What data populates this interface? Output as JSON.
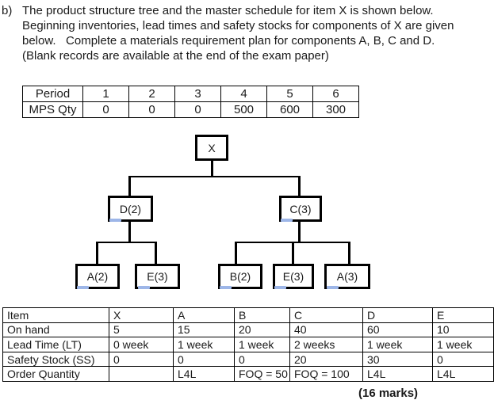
{
  "question": {
    "label": "b)",
    "lines": [
      "The product structure tree and the master schedule for item X is shown below.",
      "Beginning inventories, lead times and safety stocks for components of X are given",
      "below.   Complete a materials requirement plan for components A, B, C and D.",
      "(Blank records are available at the end of the exam paper)"
    ]
  },
  "mps_table": {
    "rows": [
      [
        "Period",
        "1",
        "2",
        "3",
        "4",
        "5",
        "6"
      ],
      [
        "MPS Qty",
        "0",
        "0",
        "0",
        "500",
        "600",
        "300"
      ]
    ]
  },
  "tree": {
    "root": "X",
    "level2": [
      "D(2)",
      "C(3)"
    ],
    "level3_left": [
      "A(2)",
      "E(3)"
    ],
    "level3_right": [
      "B(2)",
      "E(3)",
      "A(3)"
    ]
  },
  "component_table": {
    "rows": [
      [
        "Item",
        "X",
        "A",
        "B",
        "C",
        "D",
        "E"
      ],
      [
        "On hand",
        "5",
        "15",
        "20",
        "40",
        "60",
        "10"
      ],
      [
        "Lead Time (LT)",
        "0 week",
        "1 week",
        "1 week",
        "2 weeks",
        "1 week",
        "1 week"
      ],
      [
        "Safety Stock (SS)",
        "0",
        "0",
        "0",
        "20",
        "30",
        "0"
      ],
      [
        "Order Quantity",
        "",
        "L4L",
        "FOQ = 50",
        "FOQ = 100",
        "L4L",
        "L4L"
      ]
    ]
  },
  "footer": {
    "marks": "(16 marks)"
  },
  "colors": {
    "spellcheck_underline": "#9db6e8",
    "text": "#1a1a1a",
    "border": "#000000"
  }
}
